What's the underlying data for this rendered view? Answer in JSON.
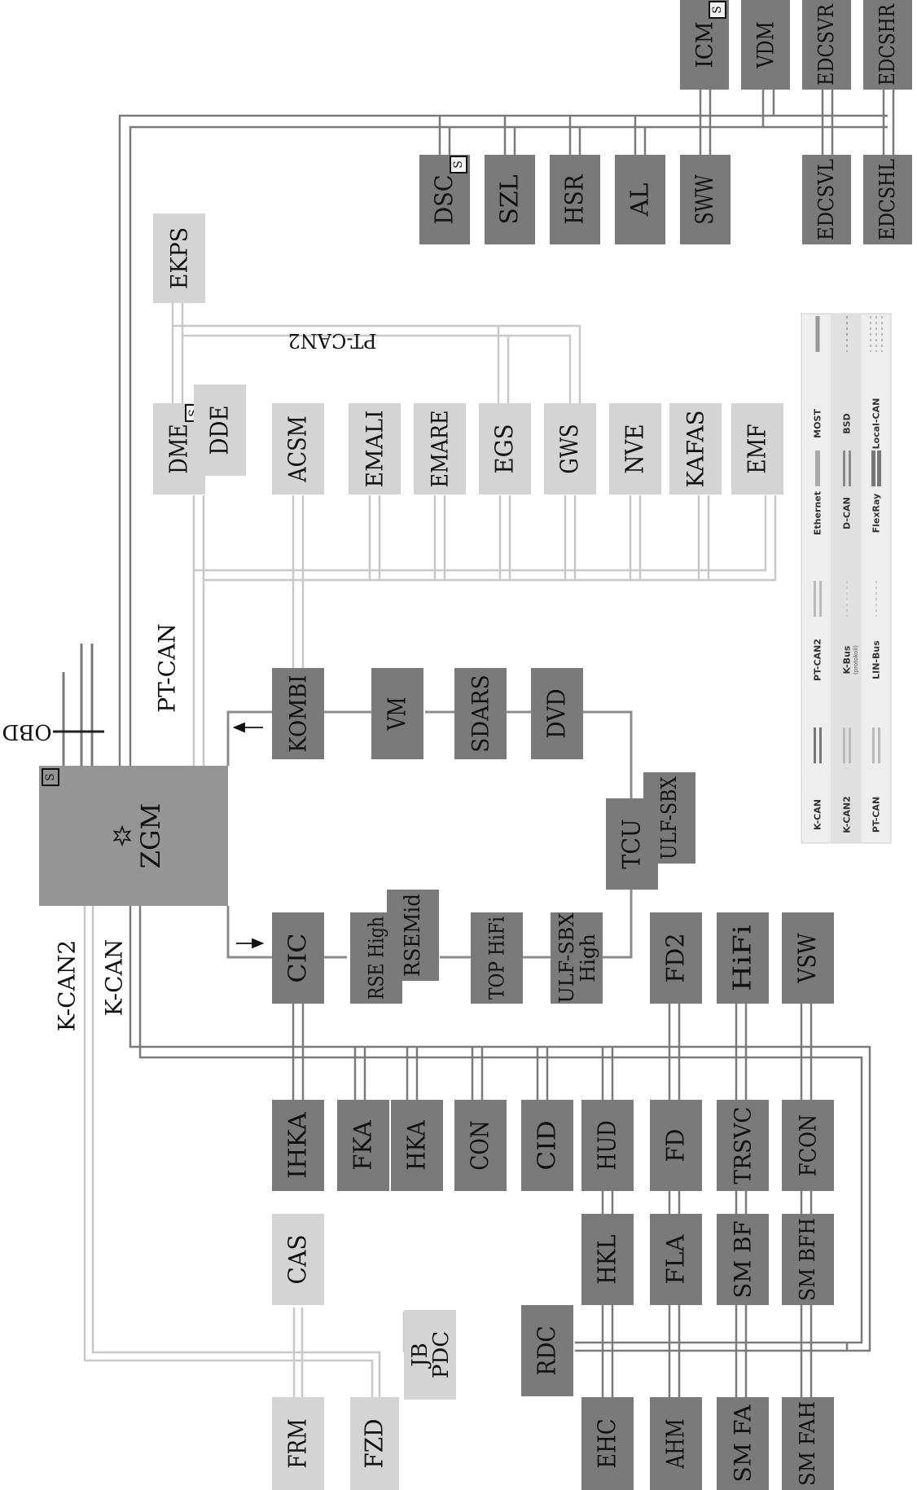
{
  "colors": {
    "dark": "#7a7a7a",
    "light": "#d4d4d4",
    "gateway": "#959595",
    "darkBus": "#7a7a7a",
    "lightBus": "#c8c8c8",
    "mostBus": "#8c8c8c",
    "text": "#111111",
    "legend_bg": "#eeeeee"
  },
  "gateway": {
    "label": "ZGM",
    "safety": "S",
    "icon": "star-icon"
  },
  "safety_mark": "S",
  "bus_labels": {
    "pt_can": "PT-CAN",
    "pt_can2": "PT-CAN2",
    "k_can": "K-CAN",
    "k_can2": "K-CAN2",
    "obd": "OBD"
  },
  "ecus": {
    "icm": "ICM",
    "vdm": "VDM",
    "edcsvr": "EDCSVR",
    "edcshr": "EDCSHR",
    "dsc": "DSC",
    "szl": "SZL",
    "hsr": "HSR",
    "al": "AL",
    "sww": "SWW",
    "edcsvl": "EDCSVL",
    "edcshl": "EDCSHL",
    "ekps": "EKPS",
    "dme": "DME",
    "dde": "DDE",
    "acsm": "ACSM",
    "emali": "EMALI",
    "emare": "EMARE",
    "egs": "EGS",
    "gws": "GWS",
    "nve": "NVE",
    "kafas": "KAFAS",
    "emf": "EMF",
    "kombi": "KOMBI",
    "vm": "VM",
    "sdars": "SDARS",
    "dvd": "DVD",
    "tcu": "TCU",
    "ulfsbx": "ULF-SBX",
    "cic": "CIC",
    "rsehigh": "RSE High",
    "rsemid": "RSEMid",
    "tophifi": "TOP HiFi",
    "ulfsbxhigh": "ULF-SBX High",
    "fd2": "FD2",
    "hifi": "HiFi",
    "vsw": "VSW",
    "ihka": "IHKA",
    "fka": "FKA",
    "hka": "HKA",
    "con": "CON",
    "cid": "CID",
    "hud": "HUD",
    "fd": "FD",
    "trsvc": "TRSVC",
    "fcon": "FCON",
    "cas": "CAS",
    "hkl": "HKL",
    "fla": "FLA",
    "smbf": "SM BF",
    "smbfh": "SM BFH",
    "frm": "FRM",
    "fzd": "FZD",
    "jbpdc": "JB PDC",
    "rdc": "RDC",
    "ehc": "EHC",
    "ahm": "AHM",
    "smfa": "SM FA",
    "smfah": "SM FAH"
  },
  "legend": [
    {
      "label": "K-CAN"
    },
    {
      "label": "PT-CAN2"
    },
    {
      "label": "Ethernet"
    },
    {
      "label": "MOST"
    },
    {
      "label": "K-CAN2"
    },
    {
      "label": "K-Bus",
      "sub": "(protokoll)"
    },
    {
      "label": "D-CAN"
    },
    {
      "label": "BSD"
    },
    {
      "label": "PT-CAN"
    },
    {
      "label": "LIN-Bus"
    },
    {
      "label": "FlexRay"
    },
    {
      "label": "Local-CAN"
    }
  ]
}
